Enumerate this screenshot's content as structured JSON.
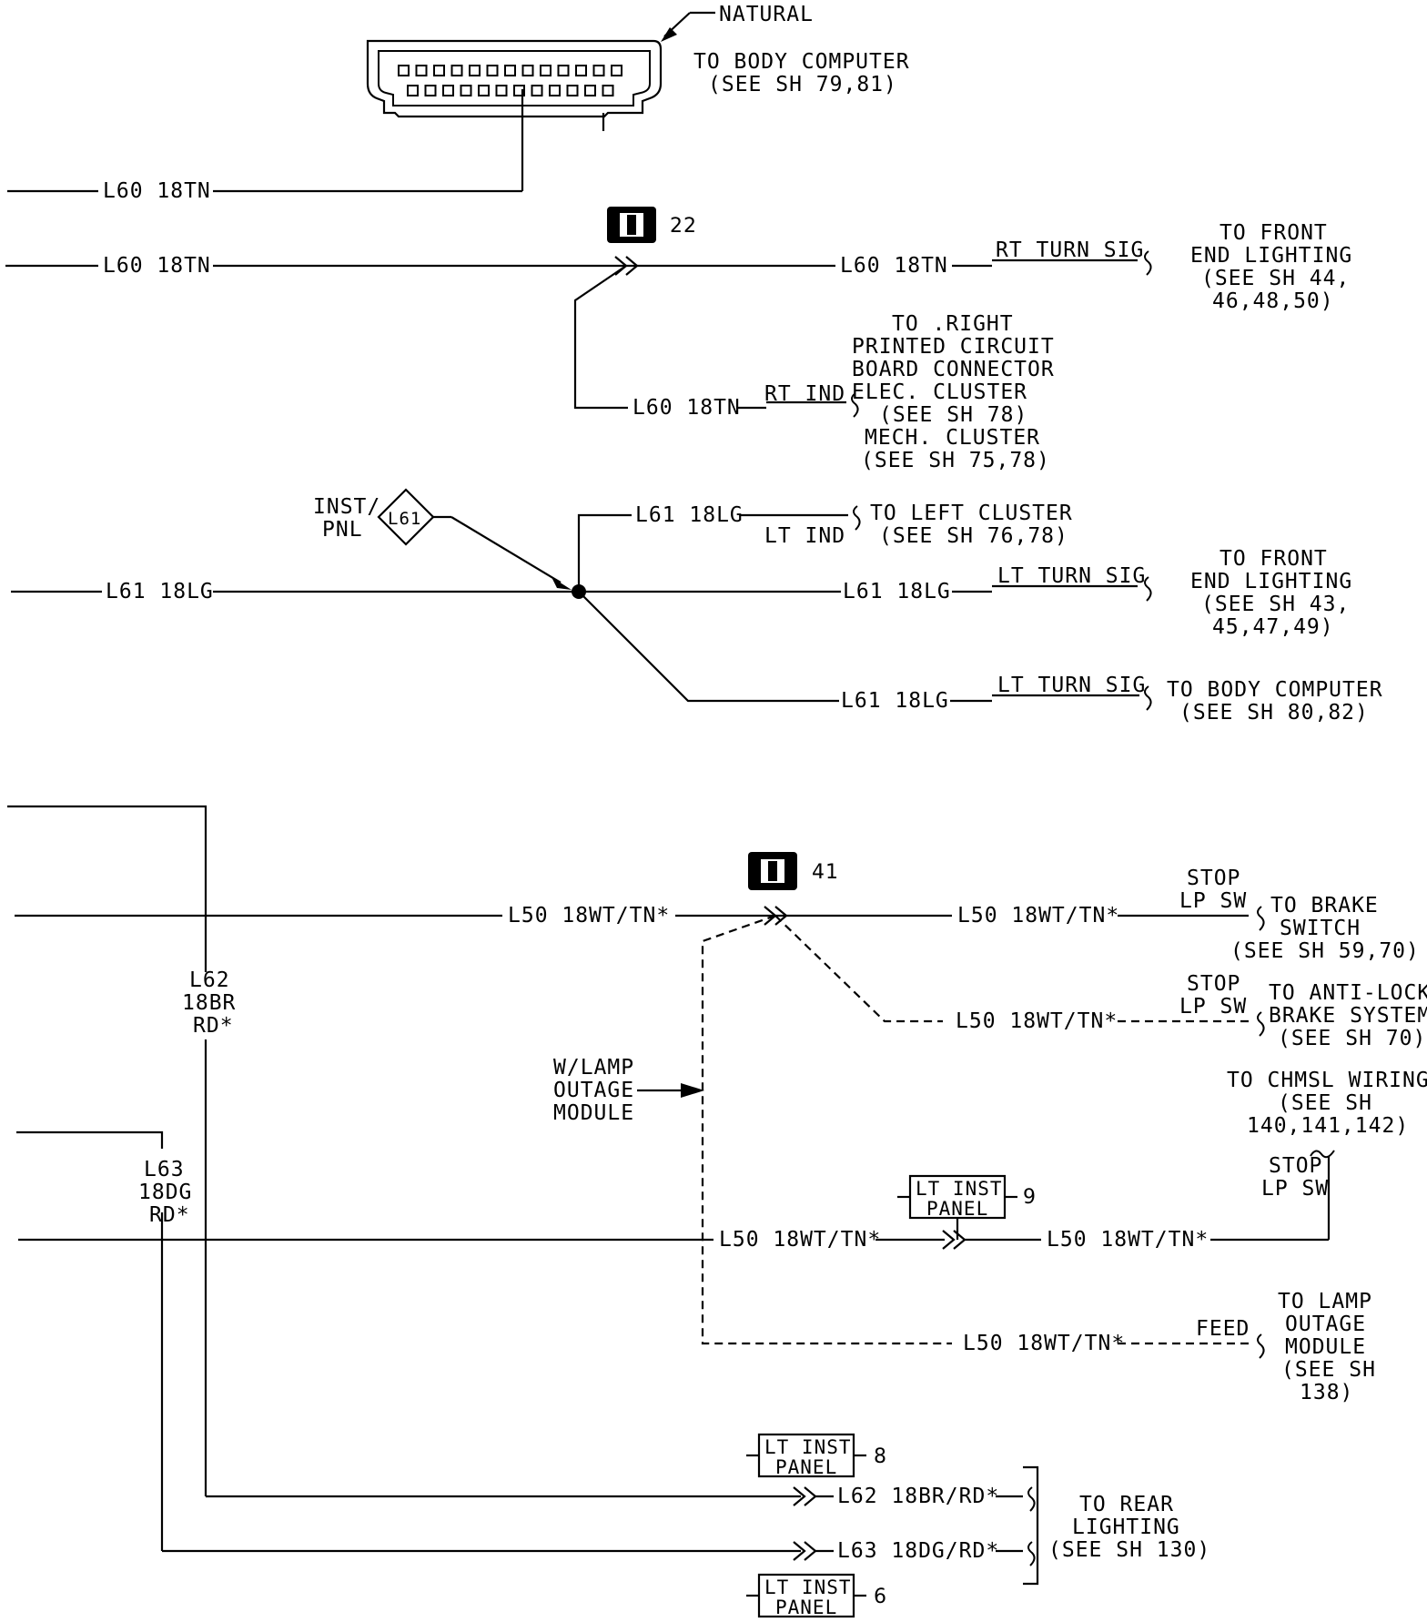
{
  "colors": {
    "ink": "#000000",
    "paper": "#ffffff"
  },
  "top_connector": {
    "color_label": "NATURAL",
    "dest_line1": "TO BODY COMPUTER",
    "dest_line2": "(SEE SH 79,81)",
    "wire": "L60 18TN"
  },
  "splice22": {
    "number": "22",
    "icon": "splice-connector-icon",
    "wire_in": "L60 18TN",
    "wire_out": "L60 18TN",
    "branch_wire": "L60 18TN",
    "rt_turn_label": "RT TURN SIG",
    "rt_ind_label": "RT IND",
    "front_dest": [
      "TO FRONT",
      "END LIGHTING",
      "(SEE SH 44,",
      "46,48,50)"
    ],
    "board_dest": [
      "TO .RIGHT",
      "PRINTED CIRCUIT",
      "BOARD CONNECTOR",
      "ELEC. CLUSTER",
      "(SEE SH 78)",
      "MECH. CLUSTER",
      "(SEE SH 75,78)"
    ]
  },
  "l61_group": {
    "inst_label": [
      "INST/",
      "PNL"
    ],
    "diamond_label": "L61",
    "wire_in": "L61 18LG",
    "wire_ind": "L61 18LG",
    "wire_turn": "L61 18LG",
    "wire_body": "L61 18LG",
    "lt_ind_label": "LT IND",
    "lt_turn_label_1": "LT TURN SIG",
    "lt_turn_label_2": "LT TURN SIG",
    "left_cluster_dest": [
      "TO LEFT CLUSTER",
      "(SEE SH 76,78)"
    ],
    "front_dest": [
      "TO FRONT",
      "END LIGHTING",
      "(SEE SH 43,",
      "45,47,49)"
    ],
    "body_dest": [
      "TO BODY COMPUTER",
      "(SEE SH 80,82)"
    ]
  },
  "brake_group": {
    "splice_number": "41",
    "wire_in": "L50 18WT/TN*",
    "wire_out": "L50 18WT/TN*",
    "wire_abs": "L50 18WT/TN*",
    "wire_chmsl_in": "L50 18WT/TN*",
    "wire_chmsl_out": "L50 18WT/TN*",
    "wire_feed": "L50 18WT/TN*",
    "stop_sw_1": [
      "STOP",
      "LP SW"
    ],
    "stop_sw_2": [
      "STOP",
      "LP SW"
    ],
    "stop_sw_3": [
      "STOP",
      "LP SW"
    ],
    "feed_label": "FEED",
    "brake_dest": [
      "TO BRAKE",
      "SWITCH",
      "(SEE SH 59,70)"
    ],
    "abs_dest": [
      "TO ANTI-LOCK",
      "BRAKE SYSTEM",
      "(SEE SH 70)"
    ],
    "chmsl_dest": [
      "TO CHMSL WIRING",
      "(SEE SH",
      "140,141,142)"
    ],
    "lamp_dest": [
      "TO LAMP",
      "OUTAGE",
      "MODULE",
      "(SEE SH",
      "138)"
    ],
    "module_note": [
      "W/LAMP",
      "OUTAGE",
      "MODULE"
    ],
    "lt_inst_9": [
      "LT INST",
      "PANEL"
    ],
    "lt_inst_9_num": "9"
  },
  "rear_group": {
    "l62_label": [
      "L62",
      "18BR",
      "RD*"
    ],
    "l63_label": [
      "L63",
      "18DG",
      "RD*"
    ],
    "wire_l62": "L62 18BR/RD*",
    "wire_l63": "L63 18DG/RD*",
    "lt_inst_8": [
      "LT INST",
      "PANEL"
    ],
    "lt_inst_8_num": "8",
    "lt_inst_6": [
      "LT INST",
      "PANEL"
    ],
    "lt_inst_6_num": "6",
    "rear_dest": [
      "TO REAR",
      "LIGHTING",
      "(SEE SH 130)"
    ]
  }
}
